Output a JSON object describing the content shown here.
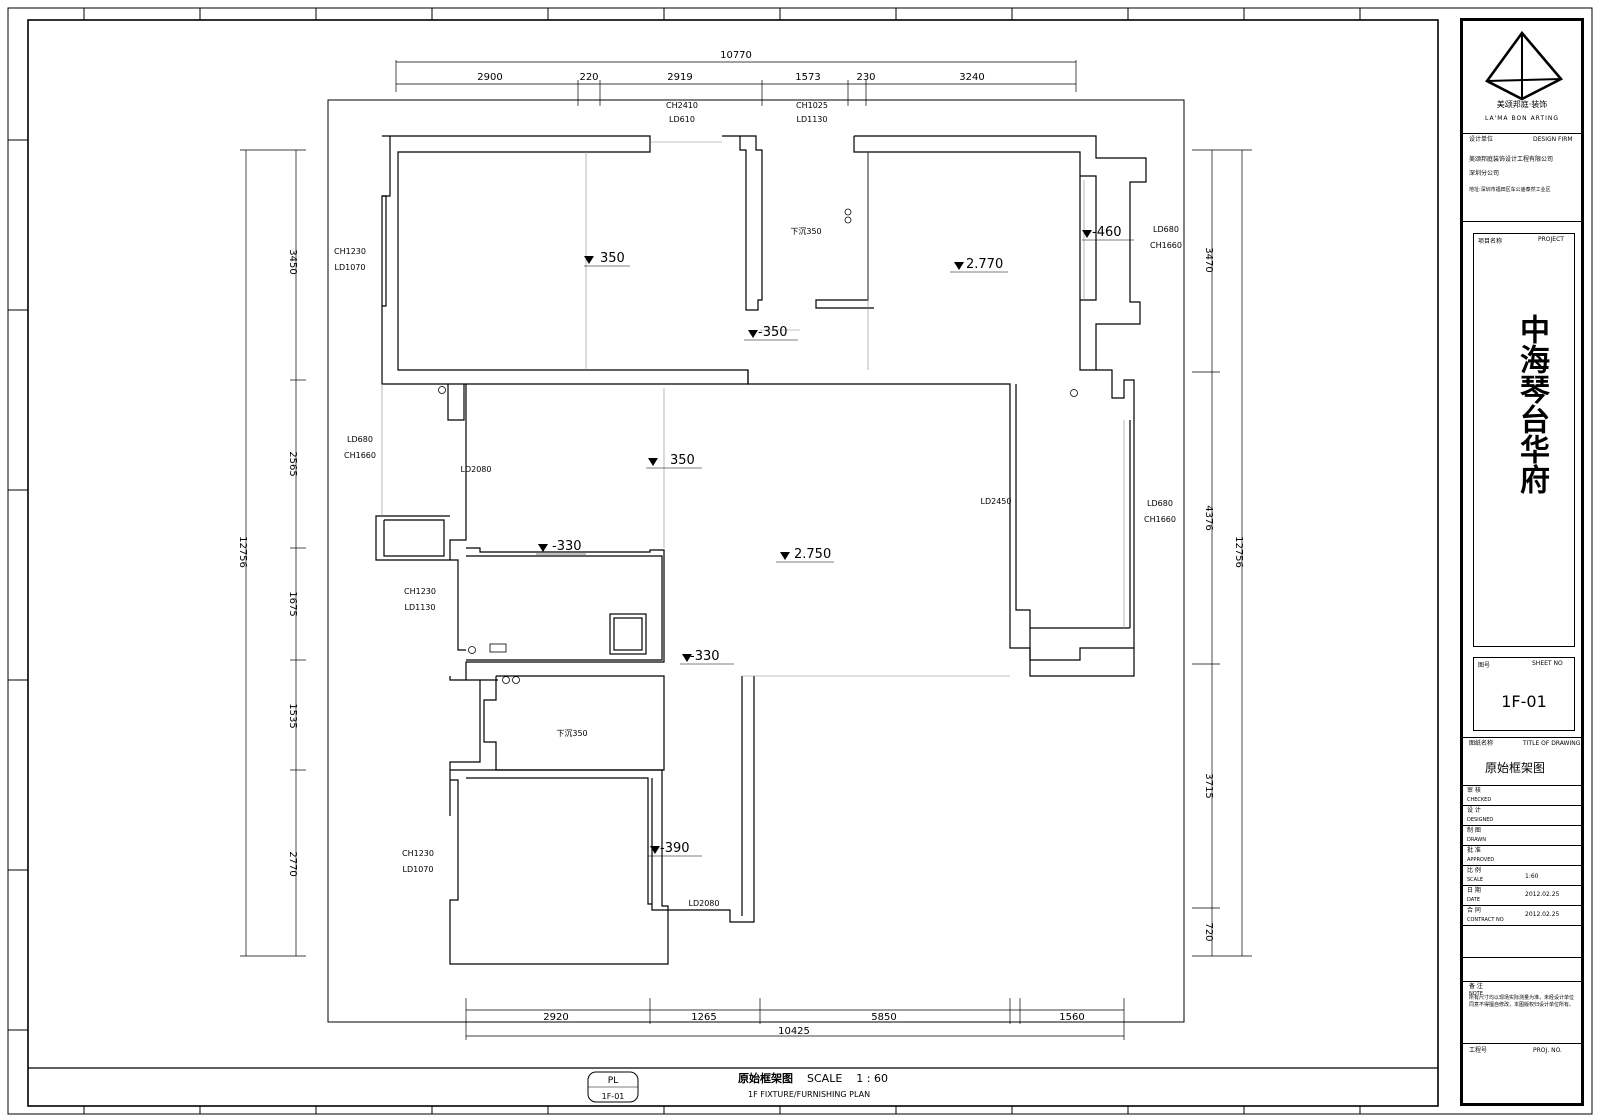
{
  "plan": {
    "dims_top": {
      "total": "10770",
      "segments": [
        "2900",
        "220",
        "2919",
        "1573",
        "230",
        "3240"
      ]
    },
    "dims_bottom": {
      "total": "10425",
      "segments": [
        "2920",
        "1265",
        "5850",
        "1560"
      ]
    },
    "dims_left": {
      "total": "12756",
      "segments": [
        "3450",
        "2565",
        "1675",
        "1535",
        "2770"
      ]
    },
    "dims_right": {
      "total": "12756",
      "segments": [
        "3470",
        "4376",
        "3715",
        "720"
      ]
    },
    "windows": [
      {
        "a": "CH2410",
        "b": "LD610"
      },
      {
        "a": "CH1025",
        "b": "LD1130"
      },
      {
        "a": "CH1230",
        "b": "LD1070"
      },
      {
        "a": "LD680",
        "b": "CH1660"
      },
      {
        "a": "LD680",
        "b": "CH1660"
      },
      {
        "a": "LD680",
        "b": "CH1660"
      },
      {
        "a": "CH1230",
        "b": "LD1130"
      },
      {
        "a": "CH1230",
        "b": "LD1070"
      }
    ],
    "doors": [
      "LD2080",
      "LD2450",
      "LD2080"
    ],
    "drops": [
      "下沉350",
      "下沉350"
    ],
    "levels": [
      "350",
      "2.770",
      "-460",
      "-350",
      "350",
      "-330",
      "2.750",
      "-330",
      "-390"
    ]
  },
  "caption": {
    "tag_top": "PL",
    "tag_bottom": "1F-01",
    "title": "原始框架图",
    "scale_label": "SCALE",
    "scale_value": "1 : 60",
    "subtitle": "1F FIXTURE/FURNISHING PLAN"
  },
  "titleblock": {
    "brand_cn": "美颂邦庭·装饰",
    "brand_en": "LA'MA BON ARTING",
    "design_label": "设计单位",
    "design_label_en": "DESIGN FIRM",
    "company": "美颂邦庭装饰设计工程有限公司",
    "branch": "深圳分公司",
    "address": "地址:深圳市福田区车公庙泰然工业区",
    "project_label": "项目名称",
    "project_label_en": "PROJECT",
    "project_name": "中海琴台华府",
    "sheet_label": "图号",
    "sheet_label_en": "SHEET NO",
    "sheet_no": "1F-01",
    "drawing_label": "图纸名称",
    "drawing_label_en": "TITLE OF DRAWING",
    "drawing_title": "原始框架图",
    "rows": [
      {
        "cn": "审 核",
        "en": "CHECKED",
        "val": ""
      },
      {
        "cn": "设 计",
        "en": "DESIGNED",
        "val": ""
      },
      {
        "cn": "制 图",
        "en": "DRAWN",
        "val": ""
      },
      {
        "cn": "批 准",
        "en": "APPROVED",
        "val": ""
      },
      {
        "cn": "比 例",
        "en": "SCALE",
        "val": "1:60"
      },
      {
        "cn": "日 期",
        "en": "DATE",
        "val": "2012.02.25"
      },
      {
        "cn": "合 同",
        "en": "CONTRACT NO",
        "val": "2012.02.25"
      }
    ],
    "note_label": "备 注",
    "note_label_en": "NOTE",
    "note_text": "所有尺寸均以现场实际测量为准，未经设计单位同意不得擅自修改，本图版权归设计单位所有。",
    "proj_no_label": "工程号",
    "proj_no_label_en": "PROJ. NO."
  }
}
